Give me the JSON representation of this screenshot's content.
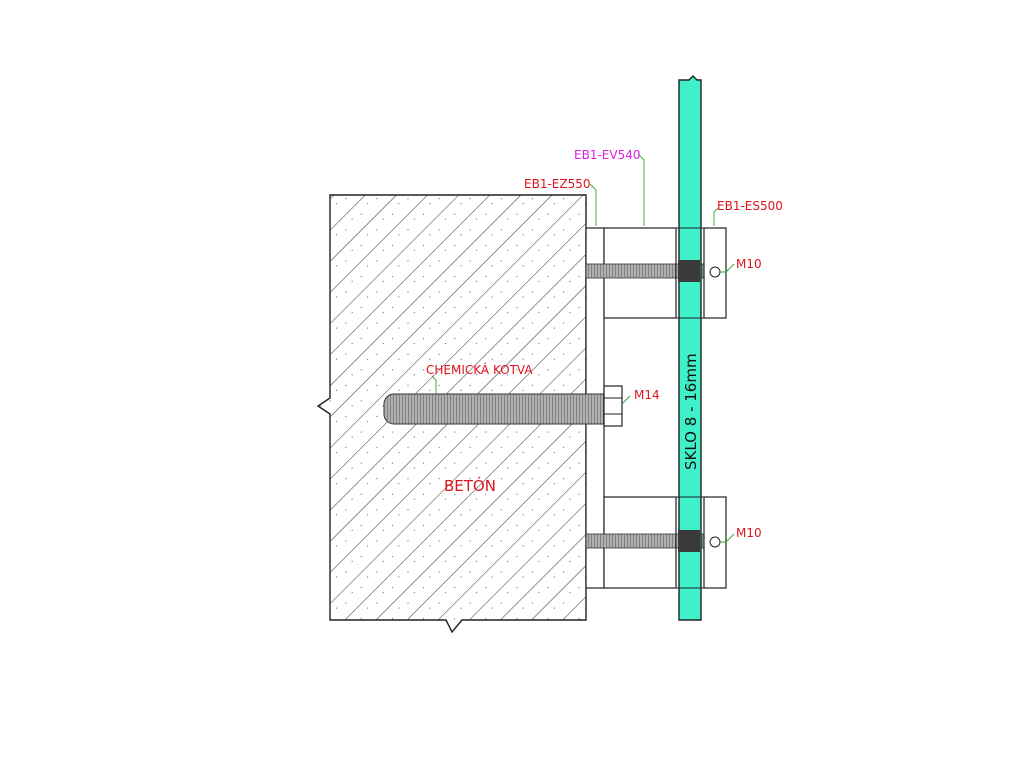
{
  "labels": {
    "ev540": "EB1-EV540",
    "ez550": "EB1-EZ550",
    "es500": "EB1-ES500",
    "m10_top": "M10",
    "m10_bottom": "M10",
    "chem_anchor": "CHEMICKÁ KOTVA",
    "m14": "M14",
    "concrete": "BETÓN",
    "glass": "SKLO  8 - 16mm"
  },
  "colors": {
    "glass_fill": "#3ff0c8",
    "label_red": "#e0141e",
    "label_magenta": "#e020e0",
    "leader_green": "#2aa82a",
    "outline": "#222222",
    "rod_fill": "#9a9a9a",
    "gasket": "#3a3a3a"
  }
}
